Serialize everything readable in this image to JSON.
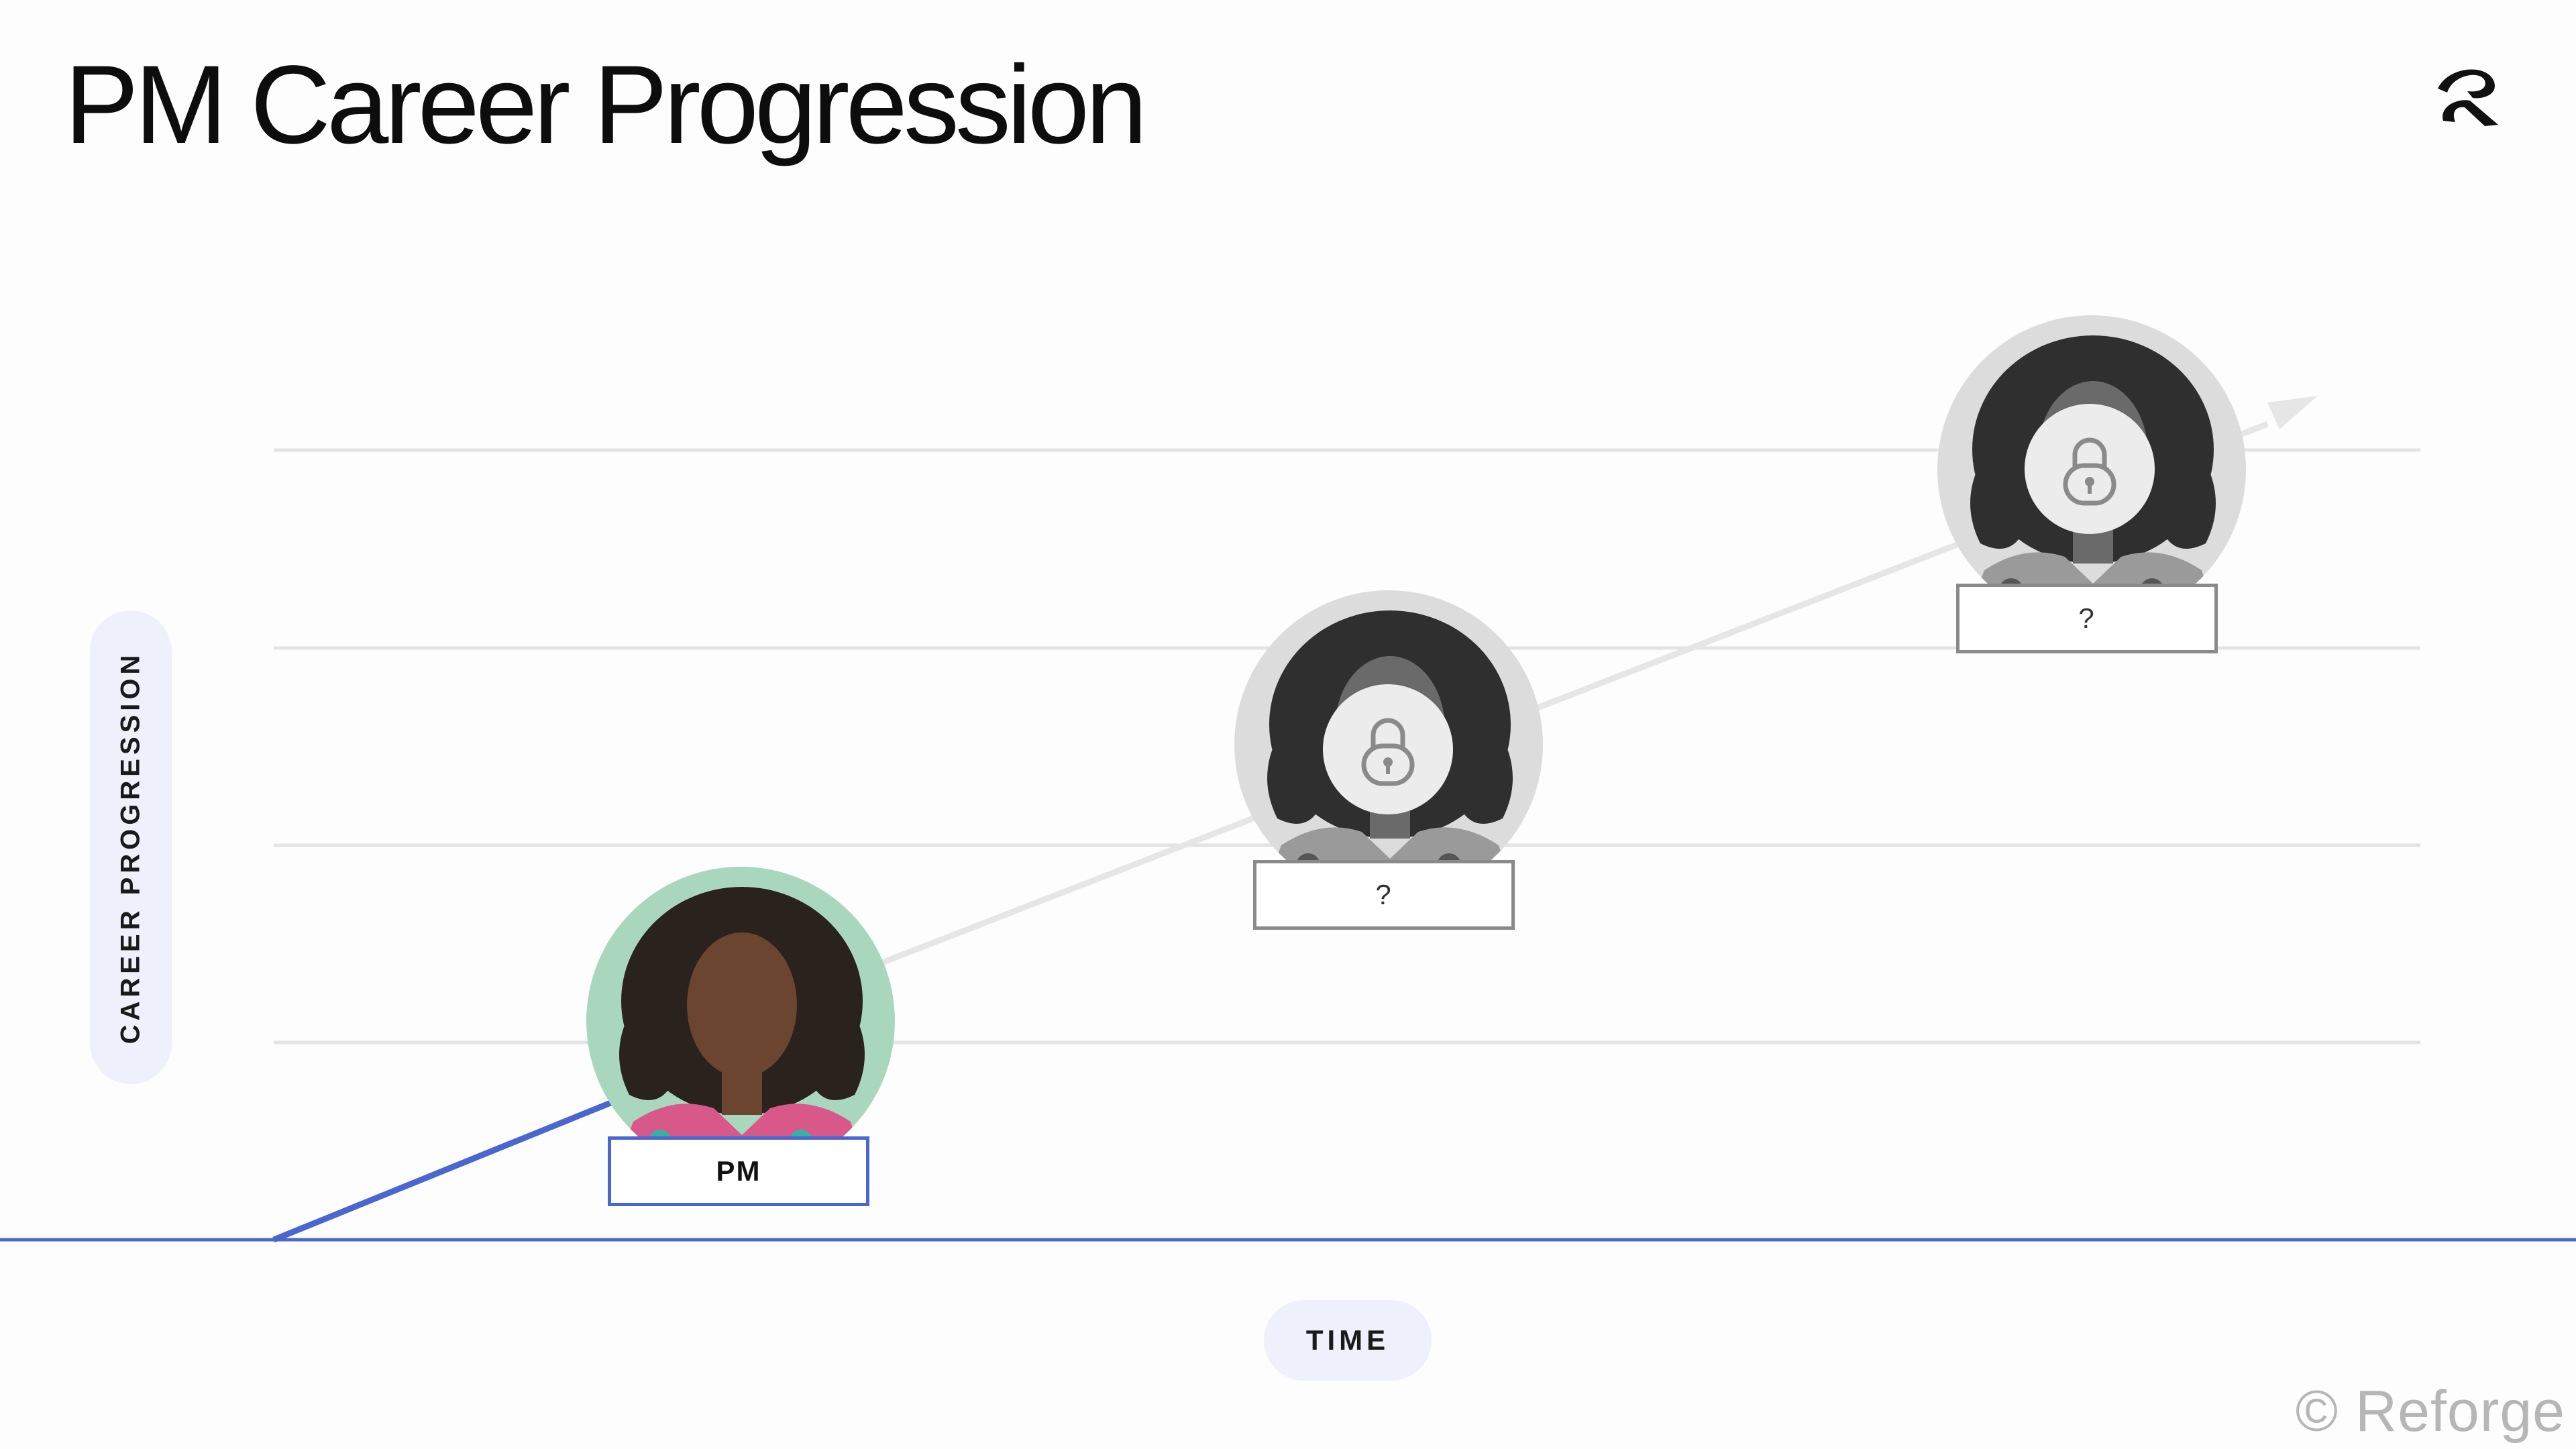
{
  "title": "PM Career Progression",
  "axes": {
    "y_label": "CAREER PROGRESSION",
    "x_label": "TIME"
  },
  "stages": [
    {
      "label": "PM",
      "state": "current"
    },
    {
      "label": "?",
      "state": "locked"
    },
    {
      "label": "?",
      "state": "locked"
    }
  ],
  "icons": {
    "brand": "reforge-logo-icon",
    "lock": "lock-icon",
    "trend": "arrow-right-up-icon"
  },
  "colors": {
    "accent": "#4a67cf",
    "trend_line": "#e6e6e6",
    "gridline": "#e4e4e4",
    "avatar_bg_active": "#a9d7bd",
    "avatar_bg_locked": "#dcdcdc"
  },
  "copyright": "© Reforge"
}
